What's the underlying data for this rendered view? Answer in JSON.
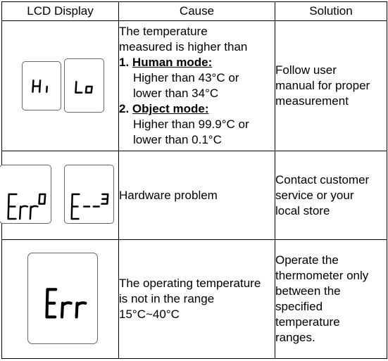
{
  "headers": {
    "display": "LCD Display",
    "cause": "Cause",
    "solution": "Solution"
  },
  "rows": [
    {
      "lcd_icons": [
        "hi-display-icon",
        "lo-display-icon"
      ],
      "cause": {
        "intro_1": "The temperature",
        "intro_2": "measured is higher than",
        "mode1_num": "1.",
        "mode1_label": "Human mode:",
        "mode1_line1": "Higher than 43°C or",
        "mode1_line2": "lower than 34°C",
        "mode2_num": "2.",
        "mode2_label": "Object mode:",
        "mode2_line1": "Higher than 99.9°C or",
        "mode2_line2": "lower than 0.1°C"
      },
      "solution": [
        "Follow user",
        "manual for proper",
        "measurement"
      ]
    },
    {
      "lcd_icons": [
        "err0-display-icon",
        "e-3-display-icon"
      ],
      "cause": [
        "Hardware problem"
      ],
      "solution": [
        "Contact customer",
        "service or your",
        "local store"
      ]
    },
    {
      "lcd_icons": [
        "err-display-icon"
      ],
      "cause": [
        "The operating temperature",
        "is not in the range",
        "15°C~40°C"
      ],
      "solution": [
        "Operate the",
        "thermometer only",
        "between the",
        "specified",
        "temperature",
        "ranges."
      ]
    }
  ]
}
